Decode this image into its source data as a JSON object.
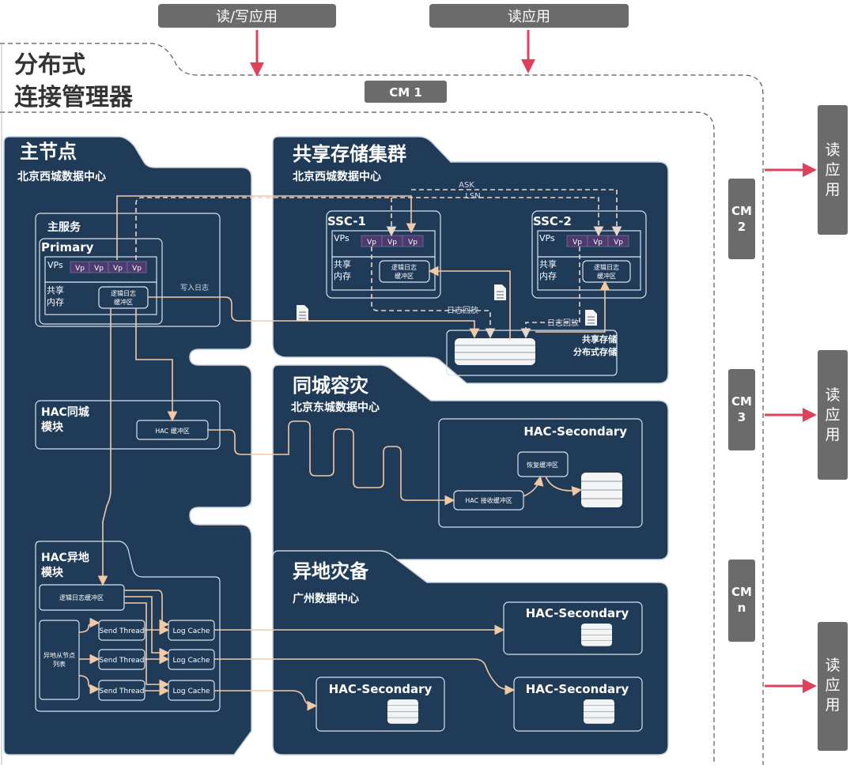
{
  "top_apps": {
    "rw": "读/写应用",
    "r": "读应用"
  },
  "cm_title": {
    "line1": "分布式",
    "line2": "连接管理器"
  },
  "cm_nodes": {
    "cm1": "CM 1",
    "cm2": [
      "CM",
      "2"
    ],
    "cm3": [
      "CM",
      "3"
    ],
    "cmn": [
      "CM",
      "n"
    ]
  },
  "side_apps": [
    "读",
    "应",
    "用"
  ],
  "primary_node": {
    "title": "主节点",
    "dc": "北京西城数据中心",
    "service": "主服务",
    "primary": "Primary",
    "vps": "VPs",
    "vp": "Vp",
    "shm": [
      "共享",
      "内存"
    ],
    "log_buf": [
      "逻辑日志",
      "缓冲区"
    ],
    "write_log": "写入日志",
    "hac_local": [
      "HAC同城",
      "模块"
    ],
    "hac_buf": "HAC 缓冲区",
    "hac_remote": [
      "HAC异地",
      "模块"
    ],
    "remote_log_buf": "逻辑日志缓冲区",
    "remote_list": [
      "异地从节点",
      "列表"
    ],
    "send_thread": "Send Thread",
    "log_cache": "Log Cache"
  },
  "shared_storage": {
    "title": "共享存储集群",
    "dc": "北京西城数据中心",
    "ask": "ASK",
    "lsn": "LSN",
    "ssc1": "SSC-1",
    "ssc2": "SSC-2",
    "replay": "日志回放",
    "storage_label": [
      "共享存储",
      "分布式存储"
    ]
  },
  "same_city": {
    "title": "同城容灾",
    "dc": "北京东城数据中心",
    "secondary": "HAC-Secondary",
    "recover_buf": "恢复缓冲区",
    "recv_buf": "HAC 接收缓冲区"
  },
  "remote_dr": {
    "title": "异地灾备",
    "dc": "广州数据中心",
    "secondary": "HAC-Secondary"
  },
  "colors": {
    "panel": "#1f3b57",
    "arrow": "#e0405a",
    "line": "#f2c9a5",
    "button": "#6b6b6b",
    "vp": "#4d3b70"
  }
}
